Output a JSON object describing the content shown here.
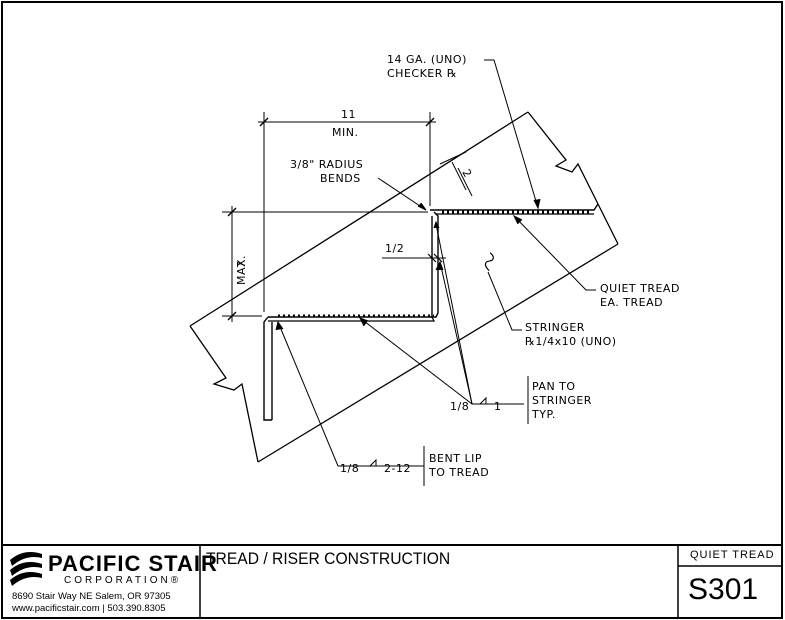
{
  "drawing": {
    "dim_width_value": "11",
    "dim_width_note": "MIN.",
    "dim_height_value": "7",
    "dim_height_note": "MAX.",
    "dim_lip": "2",
    "dim_offset": "1/2",
    "radius_line1": "3/8\" RADIUS",
    "radius_line2": "BENDS",
    "plate_line1": "14 GA. (UNO)",
    "plate_line2": "CHECKER ℞",
    "quiet_line1": "QUIET TREAD",
    "quiet_line2": "EA. TREAD",
    "stringer_line1": "STRINGER",
    "stringer_line2": "℞1/4x10 (UNO)",
    "weld1_size": "1/8",
    "weld1_length": "1",
    "weld1_note1": "PAN TO",
    "weld1_note2": "STRINGER",
    "weld1_note3": "TYP.",
    "weld2_size": "1/8",
    "weld2_length": "2-12",
    "weld2_note1": "BENT LIP",
    "weld2_note2": "TO TREAD"
  },
  "title_block": {
    "company": "PACIFIC STAIR",
    "company_sub": "CORPORATION",
    "registered": "®",
    "address": "8690 Stair Way NE Salem, OR 97305",
    "web_phone": "www.pacificstair.com  |  503.390.8305",
    "sheet_title": "TREAD / RISER CONSTRUCTION",
    "category": "QUIET TREAD",
    "sheet_number": "S301"
  }
}
